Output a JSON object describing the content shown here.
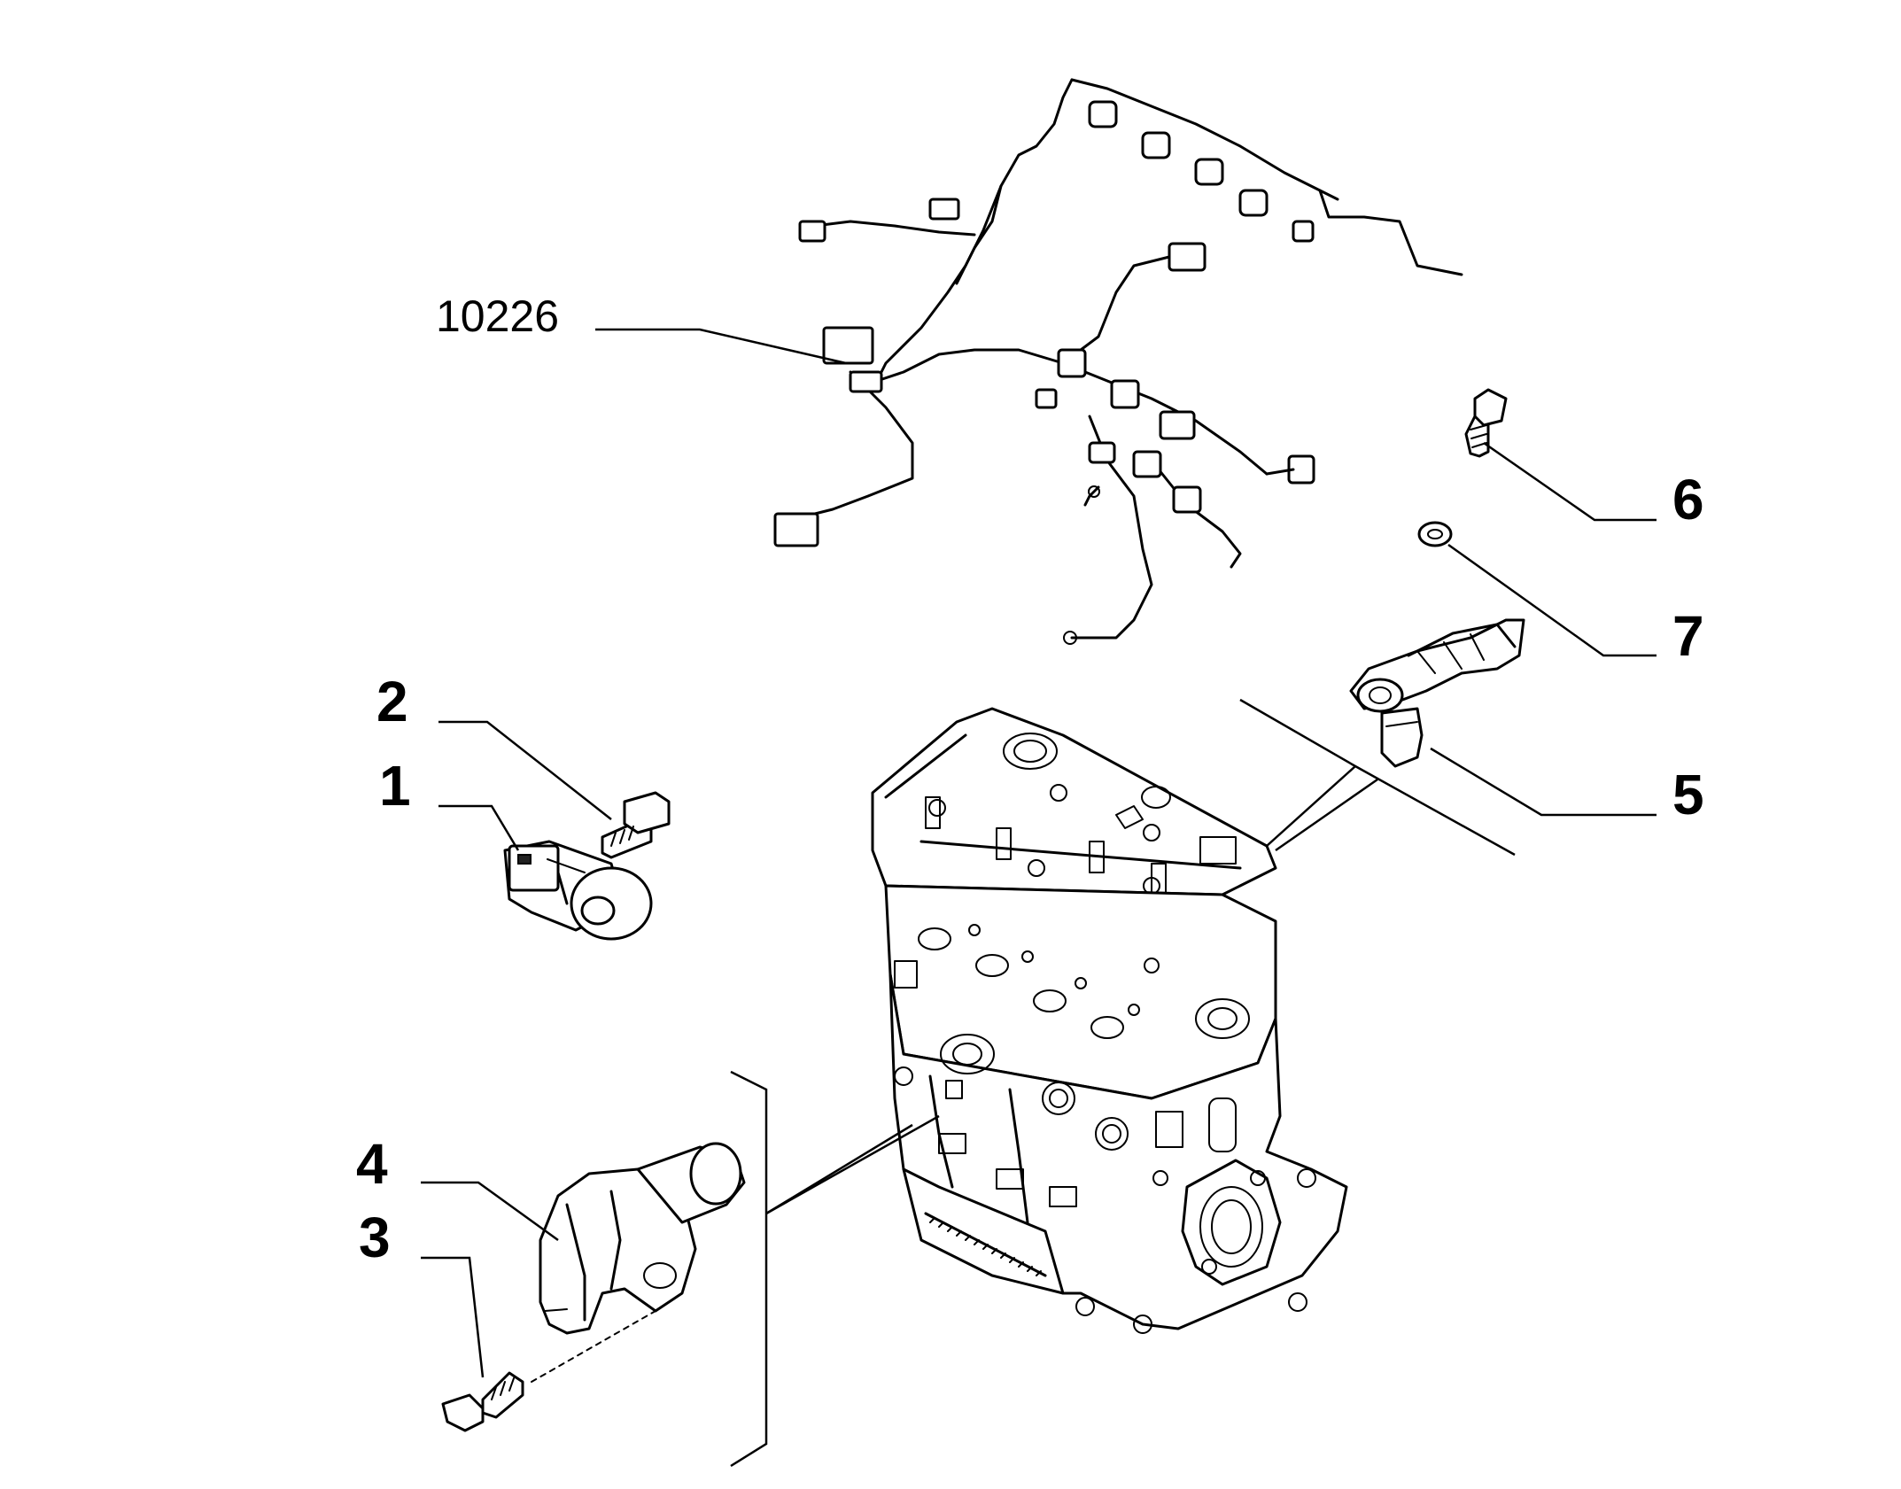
{
  "diagram": {
    "callouts": {
      "harness": "10226",
      "c1": "1",
      "c2": "2",
      "c3": "3",
      "c4": "4",
      "c5": "5",
      "c6": "6",
      "c7": "7"
    },
    "parts": [
      "engine-block",
      "wiring-harness",
      "knock-sensor",
      "knock-sensor-bolt",
      "crankshaft-position-sensor",
      "crank-sensor-bolt",
      "camshaft-position-sensor",
      "cam-sensor-bolt",
      "cam-sensor-washer"
    ],
    "colors": {
      "line": "#000000",
      "background": "#ffffff"
    }
  }
}
